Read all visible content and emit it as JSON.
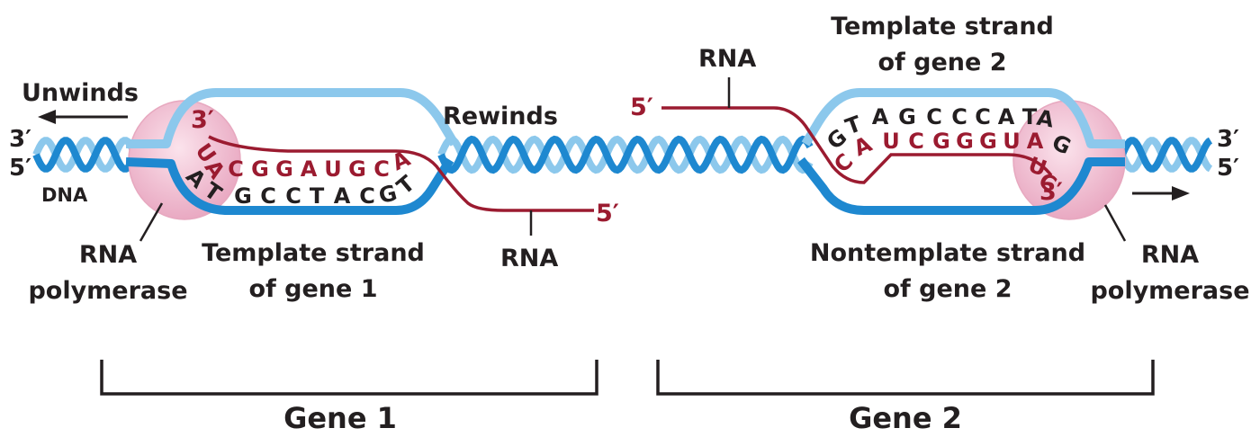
{
  "labels": {
    "unwinds": "Unwinds",
    "rewinds": "Rewinds",
    "dna": "DNA",
    "rna_top": "RNA",
    "rna_bottom": "RNA",
    "polymerase_left_1": "RNA",
    "polymerase_left_2": "polymerase",
    "polymerase_right_1": "RNA",
    "polymerase_right_2": "polymerase",
    "template_gene1_1": "Template strand",
    "template_gene1_2": "of gene 1",
    "template_gene2_1": "Template strand",
    "template_gene2_2": "of gene 2",
    "nontemplate_gene2_1": "Nontemplate strand",
    "nontemplate_gene2_2": "of gene 2"
  },
  "ends": {
    "left_top": "3′",
    "left_bottom": "5′",
    "right_top": "3′",
    "right_bottom": "5′",
    "rna1_3": "3′",
    "rna1_5": "5′",
    "rna2_5": "5′",
    "rna2_3": "3′"
  },
  "genes": {
    "gene1": "Gene 1",
    "gene2": "Gene 2"
  },
  "bubble1": {
    "rna_bases": [
      "U",
      "A",
      "C",
      "G",
      "G",
      "A",
      "U",
      "G",
      "C",
      "A"
    ],
    "dna_bases": [
      "A",
      "T",
      "G",
      "C",
      "C",
      "T",
      "A",
      "C",
      "G",
      "T"
    ]
  },
  "bubble2": {
    "dna_bases": [
      "G",
      "T",
      "A",
      "G",
      "C",
      "C",
      "C",
      "A",
      "T",
      "A",
      "G"
    ],
    "rna_bases": [
      "C",
      "A",
      "U",
      "C",
      "G",
      "G",
      "G",
      "U",
      "A",
      "U",
      "C"
    ]
  },
  "colors": {
    "dna_dark": "#1e88d0",
    "dna_light": "#8cc8ec",
    "rna": "#9b1b30",
    "polymerase": "#f3c6d6",
    "text": "#231f20"
  }
}
